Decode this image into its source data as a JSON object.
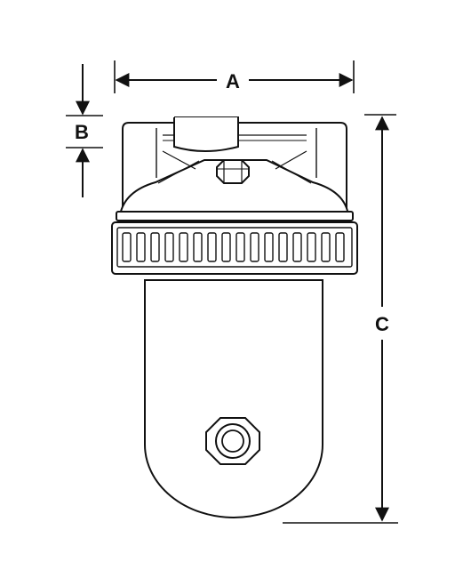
{
  "diagram": {
    "dimension_labels": {
      "a": "A",
      "b": "B",
      "c": "C"
    },
    "colors": {
      "line": "#111111",
      "background": "#ffffff",
      "fill": "#ffffff"
    }
  }
}
